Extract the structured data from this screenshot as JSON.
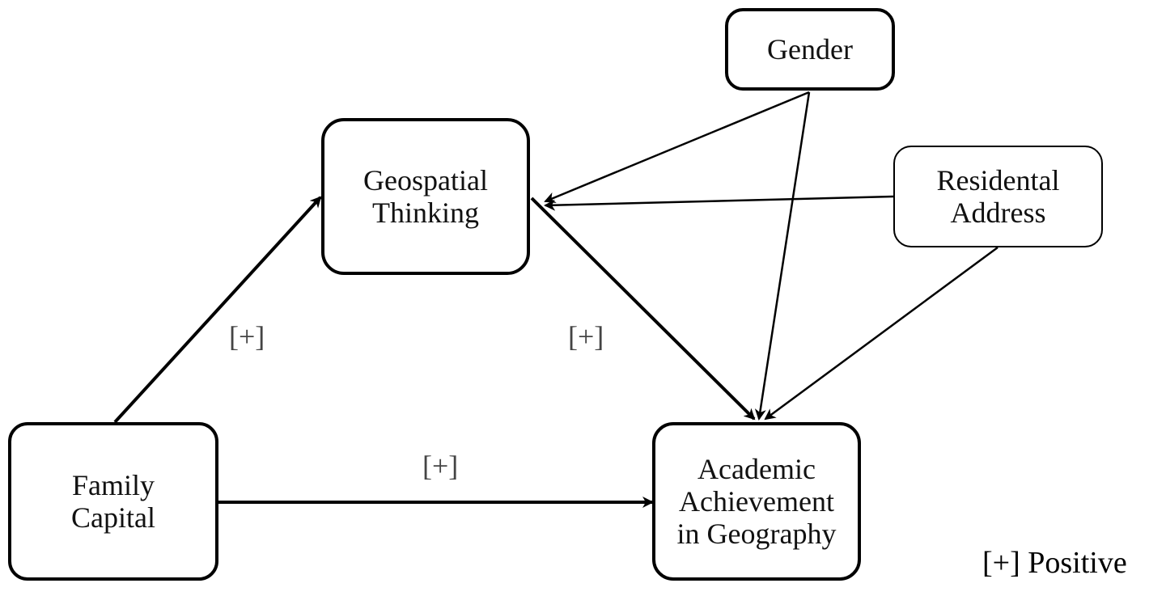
{
  "nodes": {
    "gender": {
      "label": "Gender"
    },
    "geospatial": {
      "line1": "Geospatial",
      "line2": "Thinking"
    },
    "residental": {
      "line1": "Residental",
      "line2": "Address"
    },
    "family": {
      "line1": "Family",
      "line2": "Capital"
    },
    "academic": {
      "line1": "Academic",
      "line2": "Achievement",
      "line3": "in Geography"
    }
  },
  "edge_labels": {
    "family_to_geospatial": "[+]",
    "geospatial_to_academic": "[+]",
    "family_to_academic": "[+]"
  },
  "legend": {
    "text": "[+] Positive"
  },
  "edges": [
    {
      "from": "family",
      "to": "geospatial",
      "sign": "[+]"
    },
    {
      "from": "geospatial",
      "to": "academic",
      "sign": "[+]"
    },
    {
      "from": "family",
      "to": "academic",
      "sign": "[+]"
    },
    {
      "from": "gender",
      "to": "geospatial"
    },
    {
      "from": "gender",
      "to": "academic"
    },
    {
      "from": "residental",
      "to": "geospatial"
    },
    {
      "from": "residental",
      "to": "academic"
    }
  ],
  "colors": {
    "line": "#000000",
    "edge_label": "#444444"
  }
}
